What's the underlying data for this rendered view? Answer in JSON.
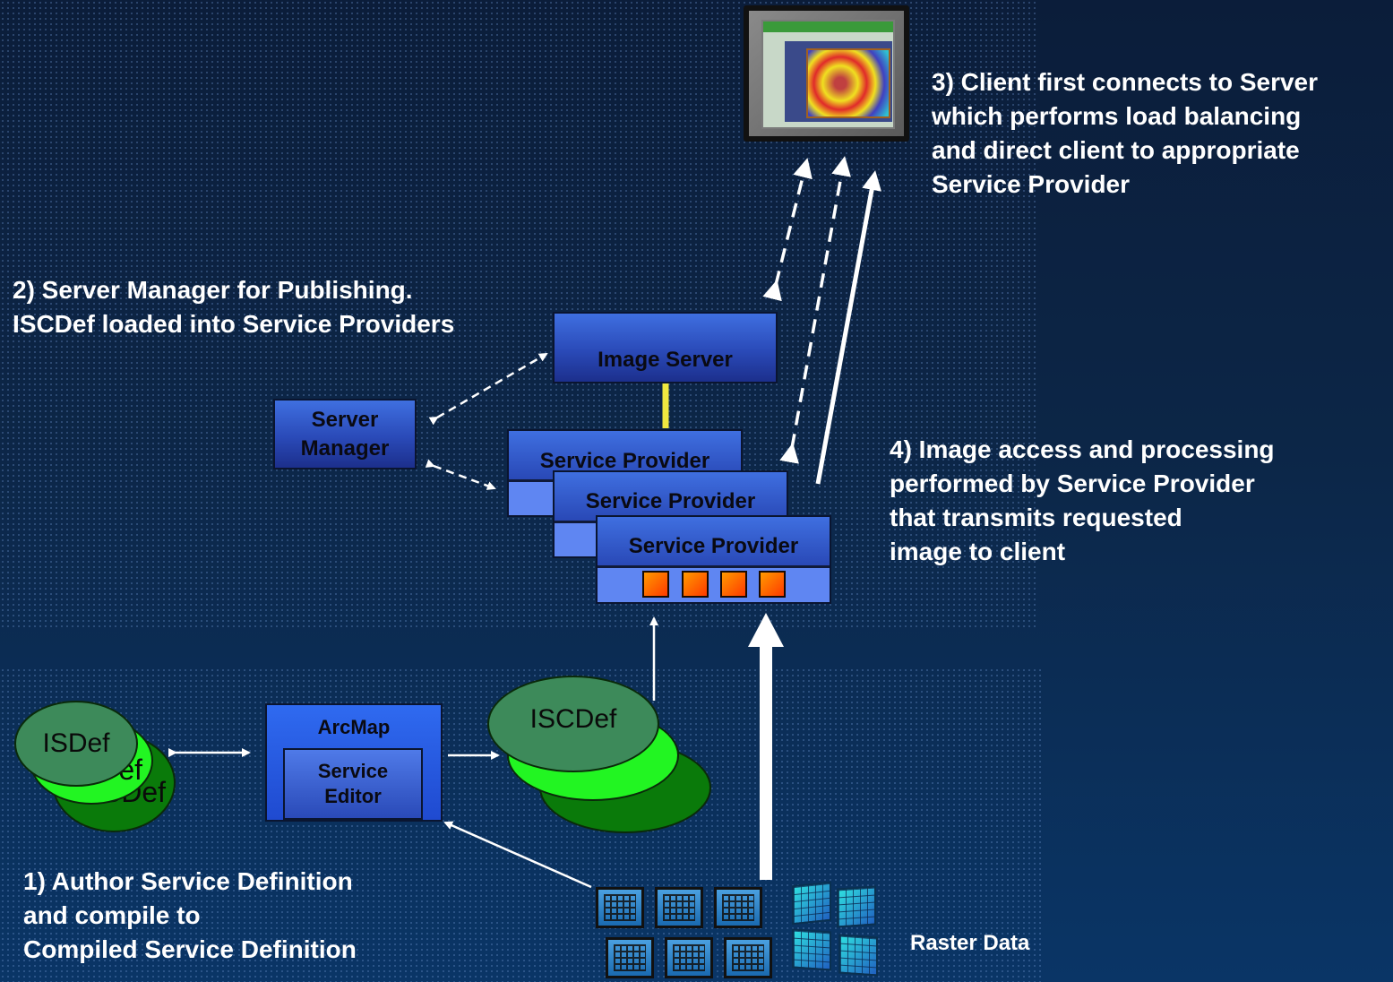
{
  "annotations": {
    "step1": "1) Author Service Definition\nand compile to\nCompiled Service Definition",
    "step2": "2) Server Manager for Publishing.\nISCDef loaded into Service Providers",
    "step3": "3) Client first connects to Server\nwhich performs load balancing\nand direct client to appropriate\nService Provider",
    "step4": "4) Image access and processing\nperformed by Service Provider\nthat transmits requested\nimage to client"
  },
  "nodes": {
    "image_server": "Image Server",
    "server_manager": "Server\nManager",
    "service_provider": "Service Provider",
    "arcmap": "ArcMap",
    "service_editor": "Service\nEditor",
    "isdef": "ISDef",
    "iscdef": "ISCDef",
    "raster_data": "Raster Data"
  },
  "colors": {
    "background": "#0c2647",
    "box_blue": "#2a4ab8",
    "connector_yellow": "#f0e840",
    "dark_green": "#0a7a0a",
    "bright_green": "#22f522",
    "mid_green": "#3d8a5a",
    "processor_orange": "#ff4a00"
  },
  "icons": [
    "client-computer-icon",
    "raster-grid-icon",
    "raster-tile-icon",
    "processor-icon"
  ]
}
